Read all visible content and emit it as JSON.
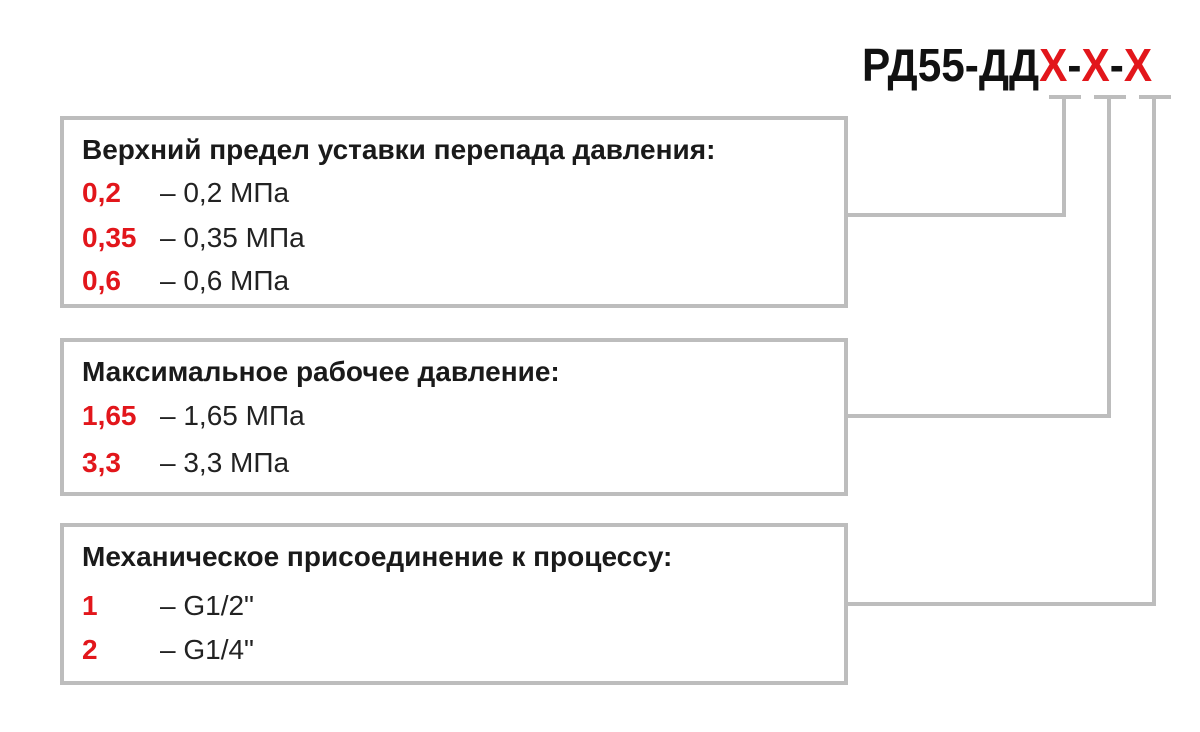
{
  "model": {
    "prefix": "РД55-ДД",
    "var1": "X",
    "sep1": "-",
    "var2": "X",
    "sep2": "-",
    "var3": "X"
  },
  "sections": [
    {
      "title": "Верхний предел уставки перепада давления:",
      "options": [
        {
          "code": "0,2",
          "desc": "– 0,2 МПа"
        },
        {
          "code": "0,35",
          "desc": "– 0,35 МПа"
        },
        {
          "code": "0,6",
          "desc": "– 0,6 МПа"
        }
      ]
    },
    {
      "title": "Максимальное рабочее давление:",
      "options": [
        {
          "code": "1,65",
          "desc": "– 1,65 МПа"
        },
        {
          "code": "3,3",
          "desc": "– 3,3 МПа"
        }
      ]
    },
    {
      "title": "Механическое присоединение к процессу:",
      "options": [
        {
          "code": "1",
          "desc": "– G1/2\""
        },
        {
          "code": "2",
          "desc": "– G1/4\""
        }
      ]
    }
  ],
  "colors": {
    "accent": "#e2161b",
    "border": "#bdbdbd",
    "text": "#1a1a1a"
  }
}
